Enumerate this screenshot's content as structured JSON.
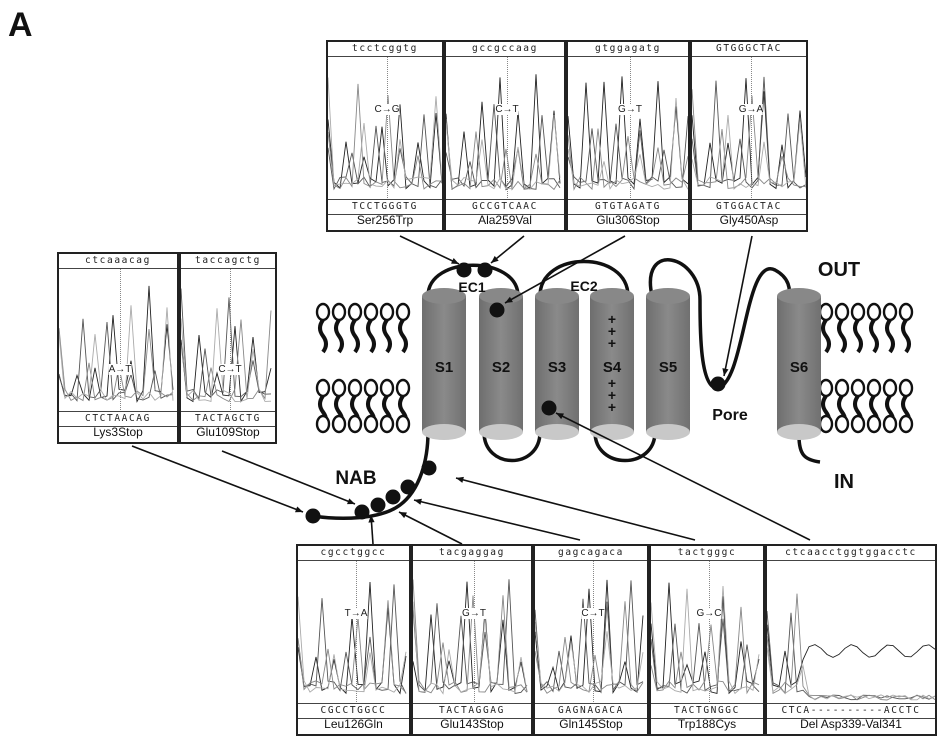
{
  "figure": {
    "panel_letter": "A",
    "membrane_labels": {
      "out": "OUT",
      "in": "IN",
      "pore": "Pore",
      "nab": "NAB",
      "ec1": "EC1",
      "ec2": "EC2",
      "segments": [
        "S1",
        "S2",
        "S3",
        "S4",
        "S5",
        "S6"
      ],
      "s4_charges": "+"
    },
    "chromatograms_top": [
      {
        "top_seq": "tcctcggtg",
        "bottom_seq": "TCCTGGGTG",
        "mutation": "C→G",
        "label": "Ser256Trp"
      },
      {
        "top_seq": "gccgccaag",
        "bottom_seq": "GCCGTCAAC",
        "mutation": "C→T",
        "label": "Ala259Val"
      },
      {
        "top_seq": "gtggagatg",
        "bottom_seq": "GTGTAGATG",
        "mutation": "G→T",
        "label": "Glu306Stop"
      },
      {
        "top_seq": "GTGGGCTAC",
        "bottom_seq": "GTGGACTAC",
        "mutation": "G→A",
        "label": "Gly450Asp"
      }
    ],
    "chromatograms_left": [
      {
        "top_seq": "ctcaaacag",
        "bottom_seq": "CTCTAACAG",
        "mutation": "A→T",
        "label": "Lys3Stop"
      },
      {
        "top_seq": "taccagctg",
        "bottom_seq": "TACTAGCTG",
        "mutation": "C→T",
        "label": "Glu109Stop"
      }
    ],
    "chromatograms_bottom": [
      {
        "top_seq": "cgcctggcc",
        "bottom_seq": "CGCCTGGCC",
        "mutation": "T→A",
        "label": "Leu126Gln"
      },
      {
        "top_seq": "tacgaggag",
        "bottom_seq": "TACTAGGAG",
        "mutation": "G→T",
        "label": "Glu143Stop"
      },
      {
        "top_seq": "gagcagaca",
        "bottom_seq": "GAGNAGACA",
        "mutation": "C→T",
        "label": "Gln145Stop"
      },
      {
        "top_seq": "tactgggc",
        "bottom_seq": "TACTGNGGC",
        "mutation": "G→C",
        "label": "Trp188Cys"
      },
      {
        "top_seq": "ctcaacctggtggacctc",
        "bottom_seq": "CTCA----------ACCTC",
        "mutation": "",
        "label": "Del Asp339-Val341"
      }
    ]
  }
}
